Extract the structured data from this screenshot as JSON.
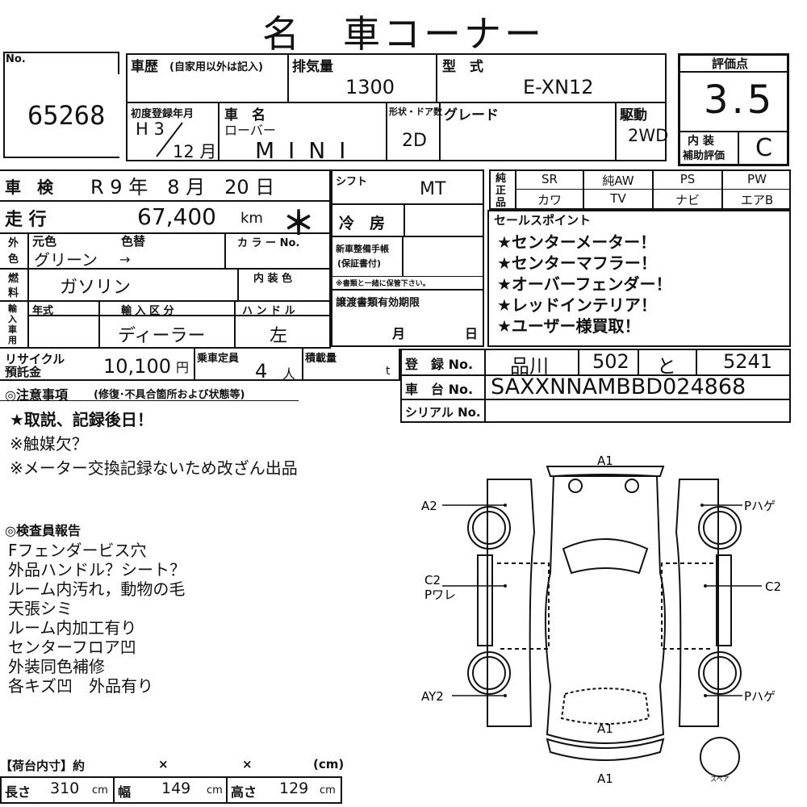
{
  "title": "名　車コーナー",
  "lot": {
    "label": "No.",
    "number": "65268"
  },
  "history": {
    "label": "車歴",
    "sub": "(自家用以外は記入)"
  },
  "displacement": {
    "label": "排気量",
    "value": "1300"
  },
  "model_code": {
    "label": "型　式",
    "value": "E-XN12"
  },
  "score": {
    "label": "評価点",
    "value": "3.5",
    "interior_label_1": "内 装",
    "interior_label_2": "補助評価",
    "interior_value": "C"
  },
  "first_reg": {
    "label": "初度登録年月",
    "era": "H 3",
    "month": "12 月"
  },
  "car_name": {
    "label": "車　名",
    "maker": "ローバー",
    "name": "M I N I"
  },
  "doors": {
    "label": "形状・ドア数",
    "value": "2D"
  },
  "grade": {
    "label": "グレード"
  },
  "drive": {
    "label": "駆動",
    "value": "2WD"
  },
  "inspection": {
    "label": "車　検",
    "text": "R 9 年　8 月　20 日"
  },
  "shift": {
    "label": "シフト",
    "value": "MT"
  },
  "options": {
    "label_1": "純",
    "label_2": "正",
    "label_3": "品",
    "row1": [
      "SR",
      "純AW",
      "PS",
      "PW"
    ],
    "row2": [
      "カワ",
      "TV",
      "ナビ",
      "エアB"
    ]
  },
  "mileage": {
    "label": "走 行",
    "value": "67,400",
    "unit": "km",
    "mark": "＊"
  },
  "aircon": {
    "label": "冷　房"
  },
  "sales_points": {
    "label": "セールスポイント",
    "items": [
      "★センターメーター！",
      "★センターマフラー！",
      "★オーバーフェンダー！",
      "★レッドインテリア！",
      "★ユーザー様買取！"
    ]
  },
  "color": {
    "side_1": "外",
    "side_2": "色",
    "orig_label": "元色",
    "change_label": "色替",
    "orig_value": "グリーン",
    "arrow": "→",
    "code_label": "カ ラ ー No."
  },
  "new_car_manual": {
    "label_1": "新車整備手帳",
    "label_2": "(保証書付)",
    "note": "※書類と一緒に保管下さい。"
  },
  "fuel": {
    "side_1": "燃",
    "side_2": "料",
    "value": "ガソリン",
    "interior_color_label": "内 装 色"
  },
  "import": {
    "side_1": "輸",
    "side_2": "入",
    "side_3": "車",
    "side_4": "用",
    "year_label": "年式",
    "type_label": "輸 入 区 分",
    "handle_label": "ハ ン ド ル",
    "type_value": "ディーラー",
    "handle_value": "左"
  },
  "transfer": {
    "label": "譲渡書類有効期限",
    "month": "月",
    "day": "日"
  },
  "recycle": {
    "label_1": "リサイクル",
    "label_2": "預託金",
    "value": "10,100",
    "unit": "円"
  },
  "capacity": {
    "label": "乗車定員",
    "value": "4",
    "unit": "人"
  },
  "load": {
    "label": "積載量",
    "unit": "t"
  },
  "registration": {
    "label": "登　録 No.",
    "area": "品川",
    "class": "502",
    "kana": "と",
    "number": "5241"
  },
  "chassis": {
    "label": "車　台 No.",
    "value": "SAXXNNAMBBD024868"
  },
  "serial": {
    "label": "シリアル No."
  },
  "notes": {
    "header": "◎注意事項",
    "header_sub": "(修復･不具合箇所および状態等)",
    "lines": [
      "★取説、記録後日！",
      "※触媒欠？",
      "※メーター交換記録ないため改ざん出品"
    ]
  },
  "inspector": {
    "header": "◎検査員報告",
    "lines": [
      "Fフェンダービス穴",
      "外品ハンドル？シート？",
      "ルーム内汚れ，動物の毛",
      "天張シミ",
      "ルーム内加工有り",
      "センターフロア凹",
      "外装同色補修",
      "各キズ凹　外品有り"
    ]
  },
  "diagram": {
    "marks": {
      "top": "A1",
      "front_left": "A2",
      "front_right": "Pハゲ",
      "mid_left_1": "C2",
      "mid_left_2": "Pワレ",
      "mid_right": "C2",
      "rear_left": "AY2",
      "rear_right": "Pハゲ",
      "roof": "A1",
      "bottom": "A1"
    },
    "spare_label": "スペア"
  },
  "cargo": {
    "header": "【荷台内寸】約",
    "x1": "×",
    "x2": "×",
    "unit_header": "(cm)",
    "length_label": "長さ",
    "length": "310",
    "width_label": "幅",
    "width": "149",
    "height_label": "高さ",
    "height": "129",
    "unit": "cm"
  }
}
